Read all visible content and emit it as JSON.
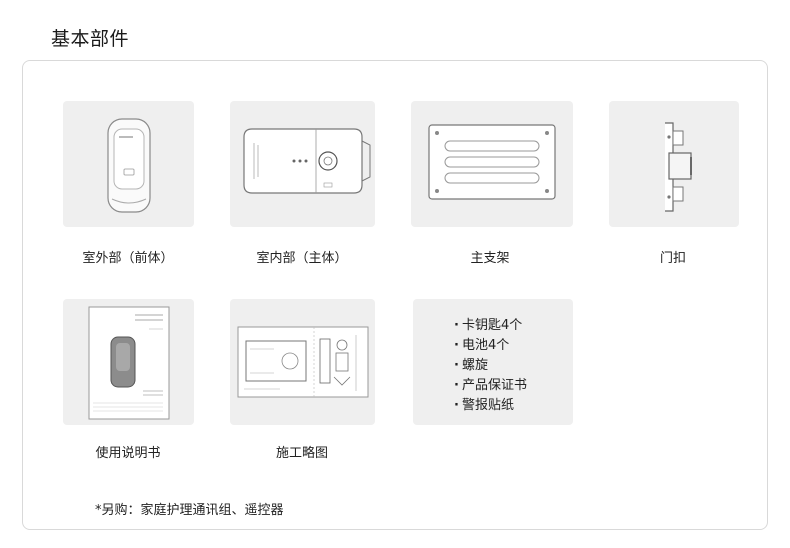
{
  "page": {
    "title": "基本部件"
  },
  "components": [
    {
      "label": "室外部（前体）",
      "icon": "outdoor-unit-icon"
    },
    {
      "label": "室内部（主体）",
      "icon": "indoor-unit-icon"
    },
    {
      "label": "主支架",
      "icon": "mounting-bracket-icon"
    },
    {
      "label": "门扣",
      "icon": "door-strike-icon"
    },
    {
      "label": "使用说明书",
      "icon": "user-manual-icon"
    },
    {
      "label": "施工略图",
      "icon": "installation-diagram-icon"
    }
  ],
  "accessories": [
    "卡钥匙4个",
    "电池4个",
    "螺旋",
    "产品保证书",
    "警报贴纸"
  ],
  "note": "*另购：家庭护理通讯组、遥控器",
  "colors": {
    "tile_background": "#efefef",
    "frame_border": "#d9d9d9",
    "text": "#222222"
  }
}
